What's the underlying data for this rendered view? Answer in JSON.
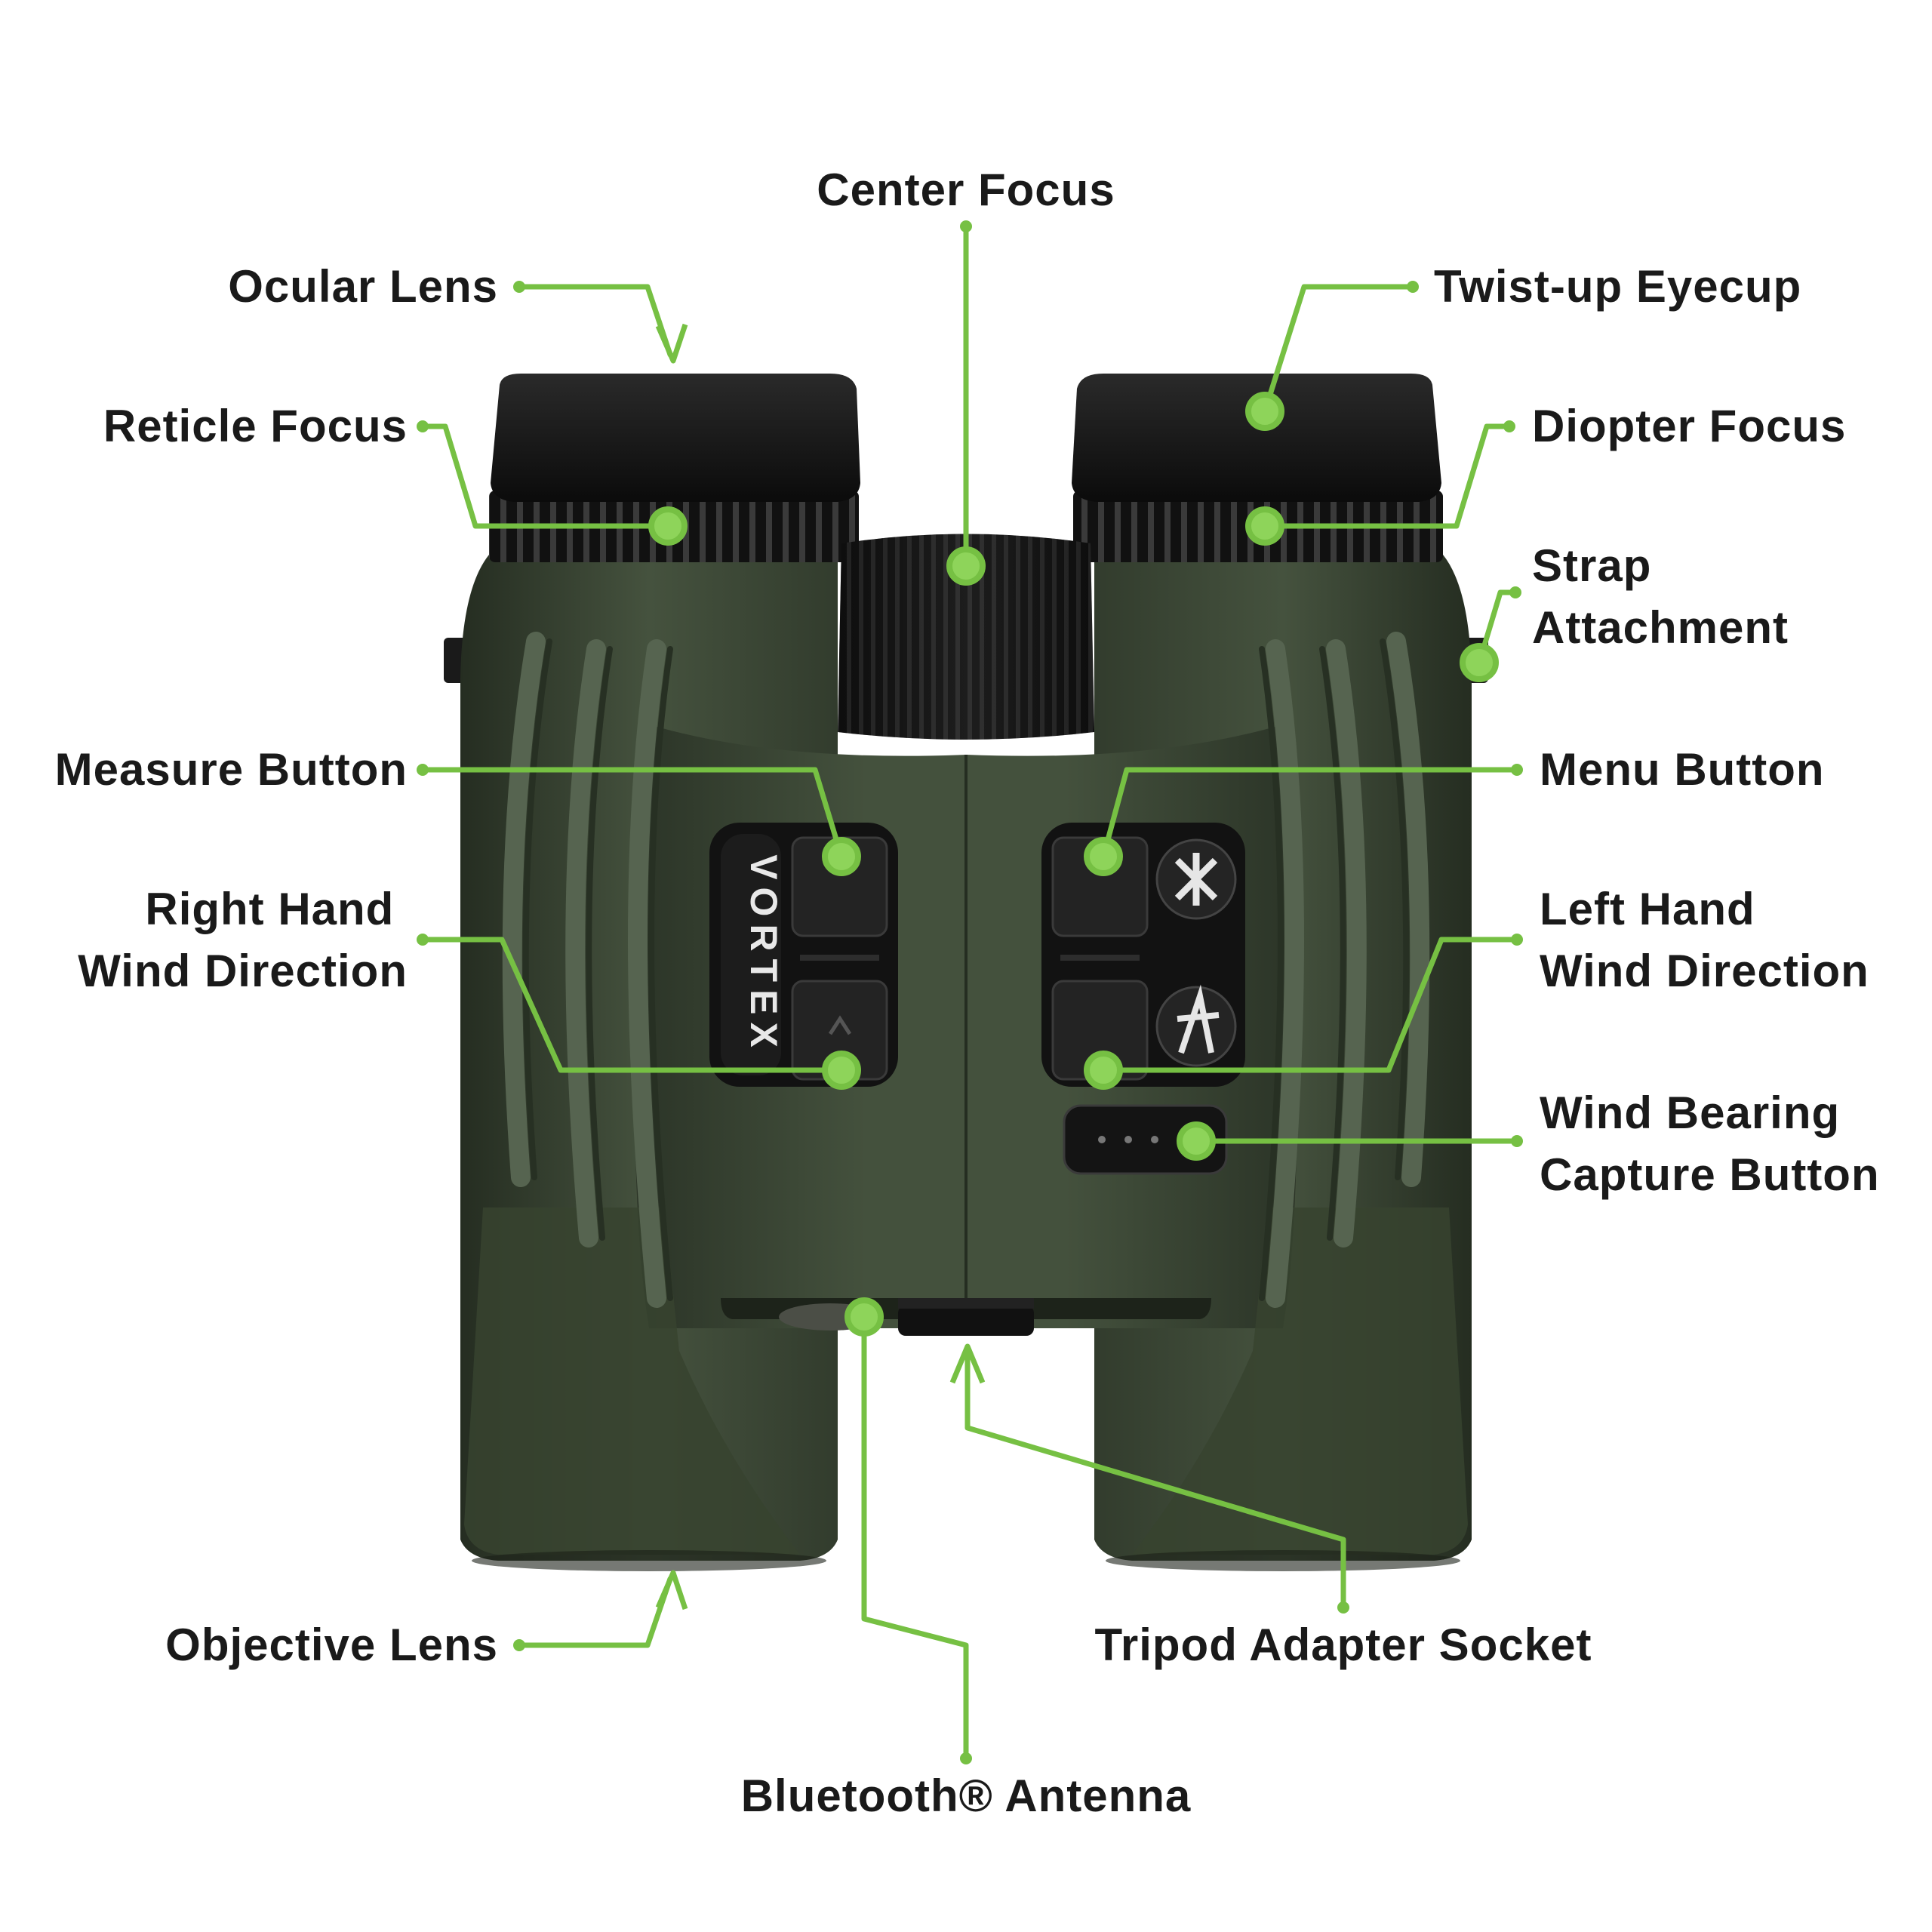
{
  "colors": {
    "leader": "#76c043",
    "leader_dot_fill": "#8ed45a",
    "body_green": "#3f4b39",
    "body_green_dark": "#2b3427",
    "body_green_light": "#56644d",
    "rubber_black": "#141414",
    "label_text": "#1a1a1a"
  },
  "product": {
    "brand": "VORTEX"
  },
  "callouts": [
    {
      "id": "center-focus",
      "lines": [
        "Center Focus"
      ]
    },
    {
      "id": "ocular-lens",
      "lines": [
        "Ocular Lens"
      ]
    },
    {
      "id": "twist-up-eyecup",
      "lines": [
        "Twist-up Eyecup"
      ]
    },
    {
      "id": "reticle-focus",
      "lines": [
        "Reticle Focus"
      ]
    },
    {
      "id": "diopter-focus",
      "lines": [
        "Diopter Focus"
      ]
    },
    {
      "id": "strap-attachment",
      "lines": [
        "Strap",
        "Attachment"
      ]
    },
    {
      "id": "measure-button",
      "lines": [
        "Measure Button"
      ]
    },
    {
      "id": "menu-button",
      "lines": [
        "Menu Button"
      ]
    },
    {
      "id": "right-hand-wind-direction",
      "lines": [
        "Right Hand",
        "Wind Direction"
      ]
    },
    {
      "id": "left-hand-wind-direction",
      "lines": [
        "Left Hand",
        "Wind Direction"
      ]
    },
    {
      "id": "wind-bearing-capture-button",
      "lines": [
        "Wind Bearing",
        "Capture Button"
      ]
    },
    {
      "id": "objective-lens",
      "lines": [
        "Objective Lens"
      ]
    },
    {
      "id": "tripod-adapter-socket",
      "lines": [
        "Tripod Adapter Socket"
      ]
    },
    {
      "id": "bluetooth-antenna",
      "lines": [
        "Bluetooth® Antenna"
      ]
    }
  ]
}
